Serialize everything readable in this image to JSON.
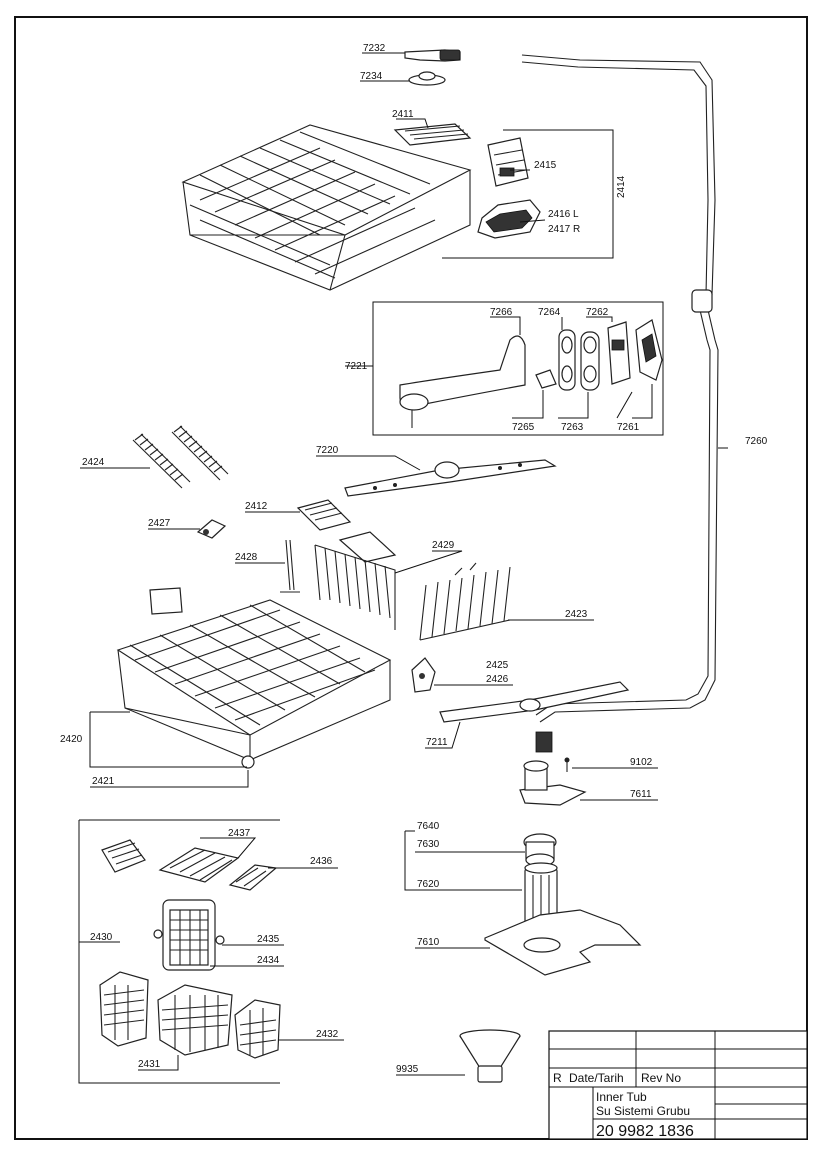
{
  "labels": {
    "l7232": "7232",
    "l7234": "7234",
    "l2411": "2411",
    "l2415": "2415",
    "l2414": "2414",
    "l2416": "2416 L",
    "l2417": "2417 R",
    "l7266": "7266",
    "l7264": "7264",
    "l7262": "7262",
    "l7221": "7221",
    "l7265": "7265",
    "l7263": "7263",
    "l7261": "7261",
    "l7260": "7260",
    "l7220": "7220",
    "l2424": "2424",
    "l2412": "2412",
    "l2427": "2427",
    "l2428": "2428",
    "l2429": "2429",
    "l2423": "2423",
    "l2425": "2425",
    "l2426": "2426",
    "l2420": "2420",
    "l7211": "7211",
    "l2421": "2421",
    "l9102": "9102",
    "l7611": "7611",
    "l7640": "7640",
    "l7630": "7630",
    "l2437": "2437",
    "l2436": "2436",
    "l7620": "7620",
    "l2430": "2430",
    "l2435": "2435",
    "l2434": "2434",
    "l7610": "7610",
    "l2432": "2432",
    "l2431": "2431",
    "l9935": "9935"
  },
  "title_block": {
    "r_label": "R",
    "date_label": "Date/Tarih",
    "rev_label": "Rev No",
    "title_line1": "Inner Tub",
    "title_line2": "Su Sistemi Grubu",
    "drawing_number": "20 9982 1836"
  }
}
